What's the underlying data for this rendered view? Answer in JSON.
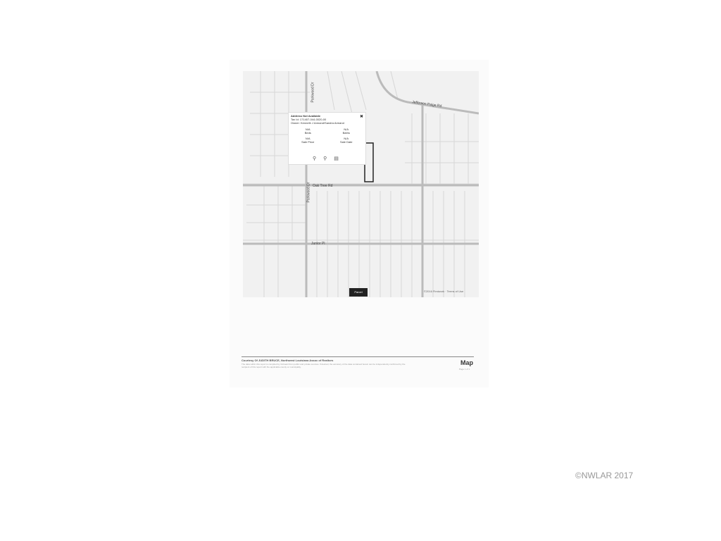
{
  "map": {
    "streets": [
      "Jefferson Paige Rd",
      "Oak Tree Rd",
      "Parkwood Dr",
      "Parkwood Dr",
      "Junior Pl"
    ],
    "popup": {
      "title": "Address Not Available",
      "tax_id": "Tax Id: 171407-044-0020-00",
      "owner": "Owner: Kenneth J Armand/Sandra Armand",
      "fields": [
        {
          "value": "N/A",
          "label": "Beds"
        },
        {
          "value": "N/A",
          "label": "Baths"
        },
        {
          "value": "N/A",
          "label": "Sale Price"
        },
        {
          "value": "N/A",
          "label": "Sale Date"
        }
      ],
      "close": "✖"
    },
    "parcel_button": "Parcel",
    "copyright": "©2016 Firstwork · Terms of Use"
  },
  "footer": {
    "courtesy": "Courtesy Of JUDITH BRUCE, Northwest Louisiana Assoc of Realtors",
    "disclaimer": "The data within this report is compiled by Onboard from public and private sources. If desired, the accuracy of the data contained herein can be independently confirmed by the recipient of this report with the applicable county or municipality.",
    "title": "Map",
    "page": "Page 1 of 1"
  },
  "watermark": "©NWLAR 2017"
}
